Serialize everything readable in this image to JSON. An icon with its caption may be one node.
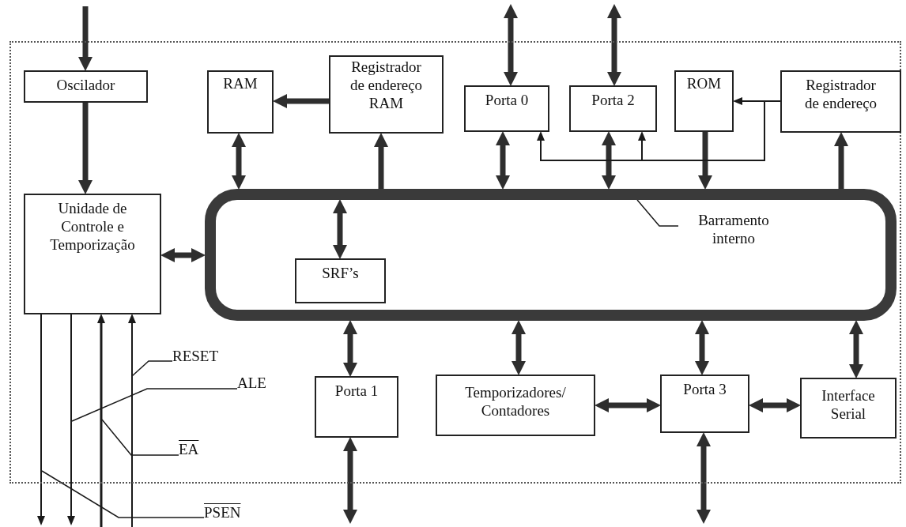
{
  "diagram": {
    "nodes": [
      {
        "text": [],
        "shape": "box"
      },
      {
        "text": [
          "Oscilador"
        ],
        "in": 0
      },
      {
        "text": [
          "RAM"
        ],
        "in": 0
      },
      {
        "text": [
          "Registrador de endereço RAM"
        ],
        "in": 0
      },
      {
        "text": [
          "Porta 0"
        ],
        "in": 0
      },
      {
        "text": [
          "Porta 2"
        ],
        "in": 0
      },
      {
        "text": [
          "ROM"
        ],
        "in": 0
      },
      {
        "text": [
          "Registrador de endereço"
        ],
        "in": 0
      },
      {
        "text": [
          "Unidade de Controle e Temporização"
        ],
        "in": 0
      },
      {
        "text": [],
        "shape": "box",
        "in": 0
      },
      {
        "text": [
          "SRF’s"
        ],
        "in": 9
      },
      {
        "text": [
          "Barramento interno"
        ],
        "in": 9
      },
      {
        "text": [
          "Porta 1"
        ],
        "in": 0
      },
      {
        "text": [
          "Temporizadores/ Contadores"
        ],
        "in": 0
      },
      {
        "text": [
          "Porta 3"
        ],
        "in": 0
      },
      {
        "text": [
          "Interface Serial"
        ],
        "in": 0
      },
      {
        "text": [
          "RESET"
        ],
        "in": 0
      },
      {
        "text": [
          "ALE"
        ],
        "in": 0
      },
      {
        "text": [
          "EA"
        ],
        "in": 0
      },
      {
        "text": [
          "PSEN"
        ]
      }
    ],
    "edges": [
      {
        "from": null,
        "to": 1,
        "arrow": "to"
      },
      {
        "from": 1,
        "to": 8,
        "arrow": "to"
      },
      {
        "from": 3,
        "to": 2,
        "arrow": "to"
      },
      {
        "from": 2,
        "to": 9,
        "arrow": "both"
      },
      {
        "from": 9,
        "to": 3,
        "arrow": "to"
      },
      {
        "from": null,
        "to": 4,
        "arrow": "both"
      },
      {
        "from": null,
        "to": 5,
        "arrow": "both"
      },
      {
        "from": 4,
        "to": 9,
        "arrow": "both"
      },
      {
        "from": 5,
        "to": 9,
        "arrow": "both"
      },
      {
        "from": 6,
        "to": 9,
        "arrow": "to"
      },
      {
        "from": 7,
        "to": 6,
        "arrow": "to"
      },
      {
        "from": 7,
        "to": 4,
        "arrow": "to"
      },
      {
        "from": 7,
        "to": 5,
        "arrow": "to"
      },
      {
        "from": 9,
        "to": 7,
        "arrow": "to"
      },
      {
        "from": 8,
        "to": 9,
        "arrow": "both"
      },
      {
        "from": 9,
        "to": 10,
        "arrow": "both"
      },
      {
        "from": 11,
        "to": 9,
        "arrow": "none"
      },
      {
        "from": 9,
        "to": 12,
        "arrow": "both"
      },
      {
        "from": 12,
        "to": null,
        "arrow": "both"
      },
      {
        "from": 9,
        "to": 13,
        "arrow": "both"
      },
      {
        "from": 9,
        "to": 14,
        "arrow": "both"
      },
      {
        "from": 14,
        "to": null,
        "arrow": "both"
      },
      {
        "from": 9,
        "to": 15,
        "arrow": "both"
      },
      {
        "from": 13,
        "to": 14,
        "arrow": "both"
      },
      {
        "from": 14,
        "to": 15,
        "arrow": "both"
      },
      {
        "from": 8,
        "to": null,
        "arrow": "to"
      },
      {
        "from": 8,
        "to": null,
        "arrow": "to"
      },
      {
        "from": null,
        "to": 8,
        "arrow": "to"
      },
      {
        "from": null,
        "to": 8,
        "arrow": "to"
      },
      {
        "from": 16,
        "to": null,
        "arrow": "none"
      },
      {
        "from": 17,
        "to": null,
        "arrow": "none"
      },
      {
        "from": 18,
        "to": null,
        "arrow": "none"
      },
      {
        "from": 19,
        "to": null,
        "arrow": "none"
      }
    ]
  }
}
